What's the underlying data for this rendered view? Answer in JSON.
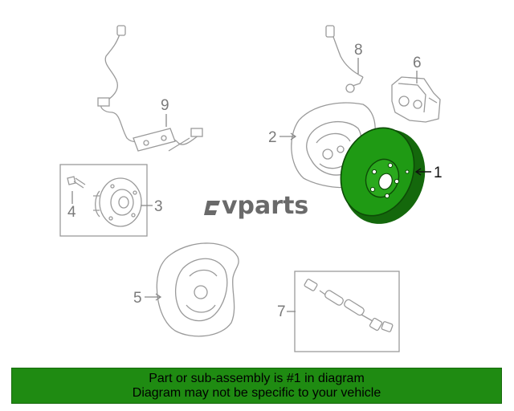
{
  "callouts": {
    "c1": "1",
    "c2": "2",
    "c3": "3",
    "c4": "4",
    "c5": "5",
    "c6": "6",
    "c7": "7",
    "c8": "8",
    "c9": "9"
  },
  "watermark": "vparts",
  "banner": {
    "line1": "Part or sub-assembly is #1 in diagram",
    "line2": "Diagram may not be specific to your vehicle"
  },
  "colors": {
    "highlight_part": "#1f9a14",
    "banner_bg": "#1f8b12"
  }
}
